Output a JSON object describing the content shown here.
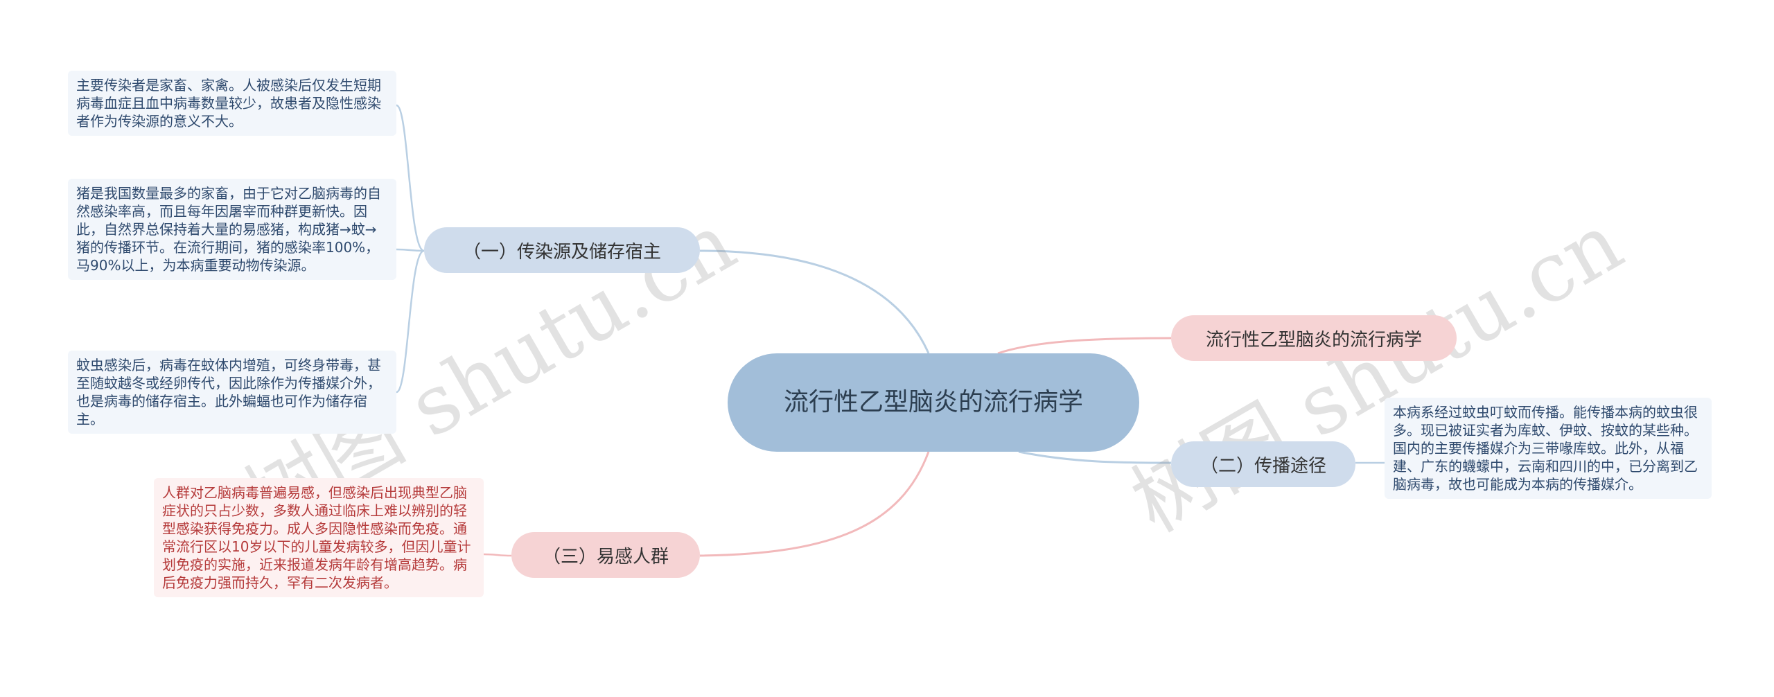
{
  "root": {
    "title": "流行性乙型脑炎的流行病学"
  },
  "branches": {
    "title_node": {
      "label": "流行性乙型脑炎的流行病学"
    },
    "source": {
      "label": "（一）传染源及储存宿主"
    },
    "route": {
      "label": "（二）传播途径"
    },
    "susceptible": {
      "label": "（三）易感人群"
    }
  },
  "leaves": {
    "source_1": "主要传染者是家畜、家禽。人被感染后仅发生短期病毒血症且血中病毒数量较少，故患者及隐性感染者作为传染源的意义不大。",
    "source_2": "猪是我国数量最多的家畜，由于它对乙脑病毒的自然感染率高，而且每年因屠宰而种群更新快。因此，自然界总保持着大量的易感猪，构成猪→蚊→猪的传播环节。在流行期间，猪的感染率100%，马90%以上，为本病重要动物传染源。",
    "source_3": "蚊虫感染后，病毒在蚊体内增殖，可终身带毒，甚至随蚊越冬或经卵传代，因此除作为传播媒介外，也是病毒的储存宿主。此外蝙蝠也可作为储存宿主。",
    "route_1": "本病系经过蚊虫叮蚊而传播。能传播本病的蚊虫很多。现已被证实者为库蚊、伊蚊、按蚊的某些种。国内的主要传播媒介为三带喙库蚊。此外，从福建、广东的蠛蠓中，云南和四川的中，已分离到乙脑病毒，故也可能成为本病的传播媒介。",
    "susceptible_1": "人群对乙脑病毒普遍易感，但感染后出现典型乙脑症状的只占少数，多数人通过临床上难以辨别的轻型感染获得免疫力。成人多因隐性感染而免疫。通常流行区以10岁以下的儿童发病较多，但因儿童计划免疫的实施，近来报道发病年龄有增高趋势。病后免疫力强而持久，罕有二次发病者。"
  },
  "watermarks": {
    "left": "树图 shutu.cn",
    "right": "树图 shutu.cn"
  },
  "colors": {
    "blue_link": "#b9cfe3",
    "red_link": "#f2b9bb",
    "root": "#a2bed9"
  }
}
